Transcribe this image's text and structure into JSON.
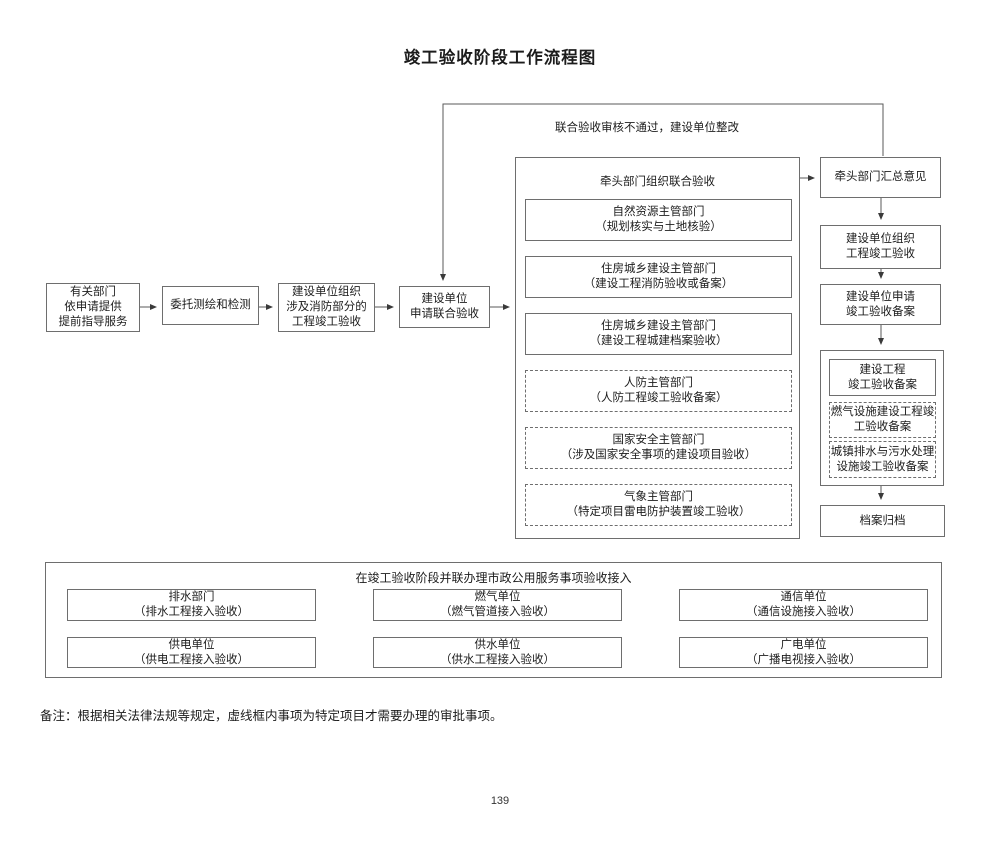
{
  "title": "竣工验收阶段工作流程图",
  "feedback_label": "联合验收审核不通过，建设单位整改",
  "left_chain": {
    "box1": "有关部门\n依申请提供\n提前指导服务",
    "box2": "委托测绘和检测",
    "box3": "建设单位组织\n涉及消防部分的\n工程竣工验收",
    "box4": "建设单位\n申请联合验收"
  },
  "joint": {
    "header": "牵头部门组织联合验收",
    "items": [
      {
        "label": "自然资源主管部门\n（规划核实与土地核验）",
        "dashed": false
      },
      {
        "label": "住房城乡建设主管部门\n（建设工程消防验收或备案）",
        "dashed": false
      },
      {
        "label": "住房城乡建设主管部门\n（建设工程城建档案验收）",
        "dashed": false
      },
      {
        "label": "人防主管部门\n（人防工程竣工验收备案）",
        "dashed": true
      },
      {
        "label": "国家安全主管部门\n（涉及国家安全事项的建设项目验收）",
        "dashed": true
      },
      {
        "label": "气象主管部门\n（特定项目雷电防护装置竣工验收）",
        "dashed": true
      }
    ]
  },
  "right_chain": {
    "summary": "牵头部门汇总意见",
    "organize": "建设单位组织\n工程竣工验收",
    "apply_filing": "建设单位申请\n竣工验收备案",
    "filing_main": "建设工程\n竣工验收备案",
    "filing_gas": "燃气设施建设工程竣\n工验收备案",
    "filing_drainage": "城镇排水与污水处理\n设施竣工验收备案",
    "archive": "档案归档"
  },
  "parallel": {
    "title": "在竣工验收阶段并联办理市政公用服务事项验收接入",
    "items": [
      "排水部门\n（排水工程接入验收）",
      "燃气单位\n（燃气管道接入验收）",
      "通信单位\n（通信设施接入验收）",
      "供电单位\n（供电工程接入验收）",
      "供水单位\n（供水工程接入验收）",
      "广电单位\n（广播电视接入验收）"
    ]
  },
  "note": "备注：根据相关法律法规等规定，虚线框内事项为特定项目才需要办理的审批事项。",
  "page_number": "139"
}
